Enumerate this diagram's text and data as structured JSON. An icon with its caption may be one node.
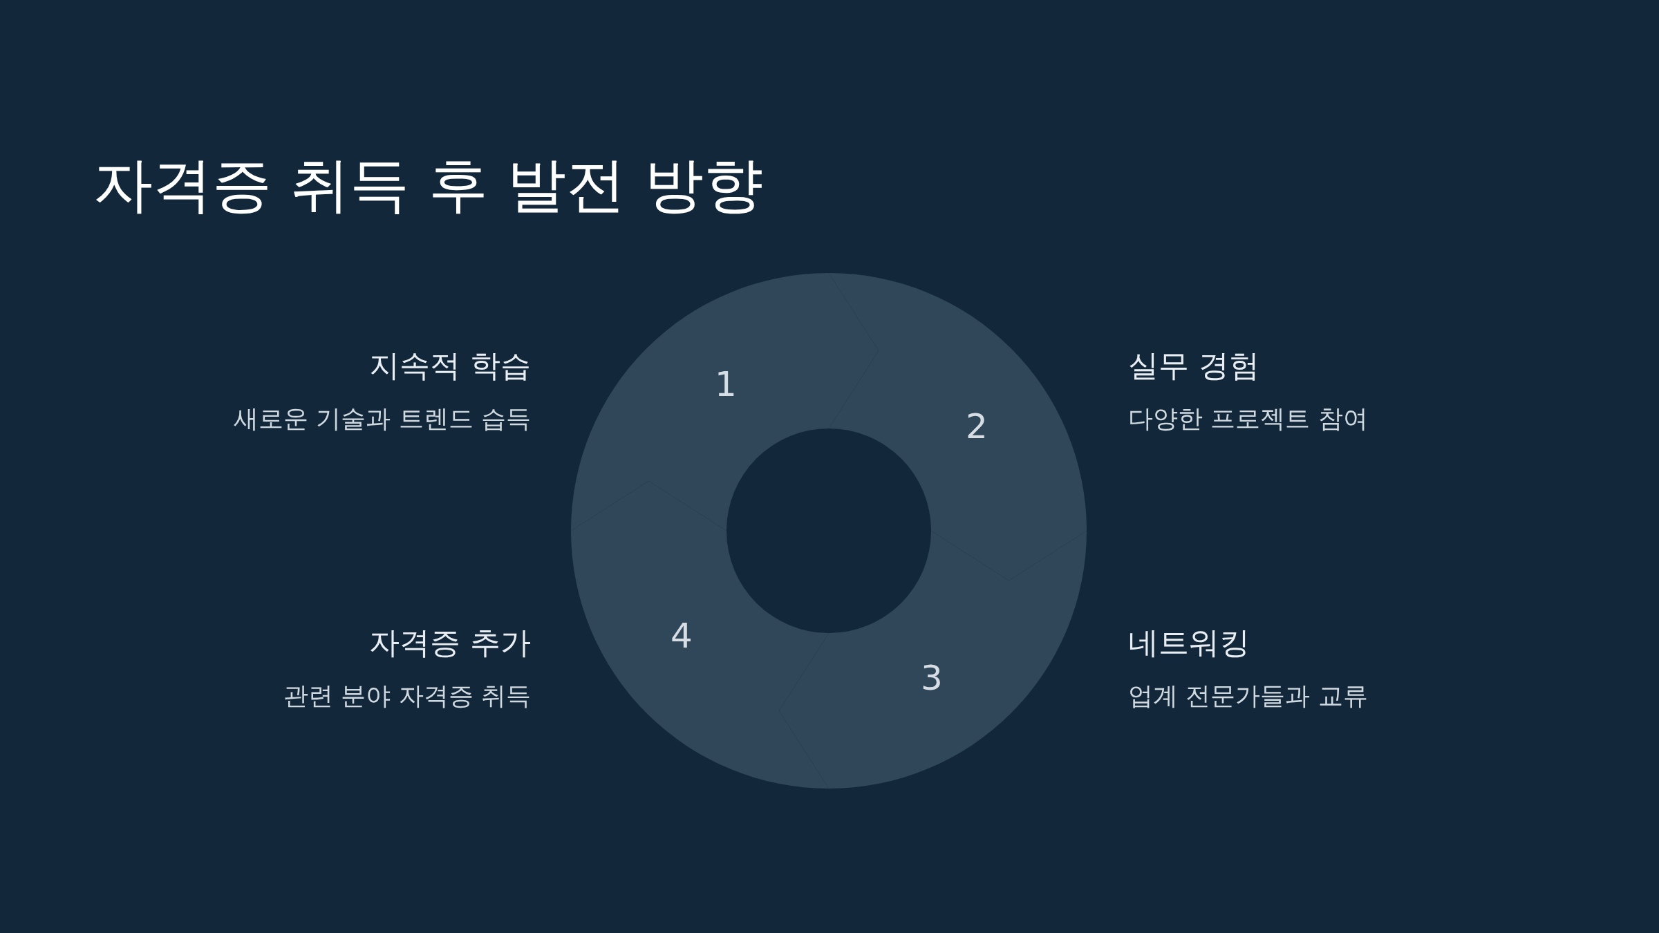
{
  "diagram": {
    "title": "자격증 취득 후 발전 방향",
    "nodes": [
      {
        "text": [
          "1"
        ],
        "beside": [
          "지속적 학습",
          "새로운 기술과 트렌드 습득"
        ]
      },
      {
        "text": [
          "2"
        ],
        "beside": [
          "실무 경험",
          "다양한 프로젝트 참여"
        ]
      },
      {
        "text": [
          "3"
        ],
        "beside": [
          "네트워킹",
          "업계 전문가들과 교류"
        ]
      },
      {
        "text": [
          "4"
        ],
        "beside": [
          "자격증 추가",
          "관련 분야 자격증 취득"
        ]
      }
    ]
  }
}
